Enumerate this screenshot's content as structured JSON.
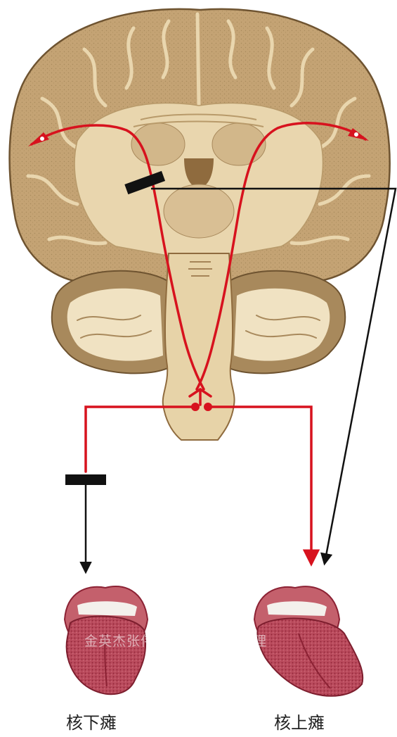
{
  "diagram": {
    "title": "",
    "labels": {
      "left_tongue": "核下瘫",
      "right_tongue": "核上瘫"
    },
    "watermark": "金英杰张伟老师团队收集整理",
    "colors": {
      "pathway": "#d7121e",
      "lesion": "#111111",
      "brain_tissue": "#c9ab7c",
      "brain_core": "#e7d3a8",
      "tongue": "#b64a5a",
      "lips": "#c4606c"
    }
  }
}
